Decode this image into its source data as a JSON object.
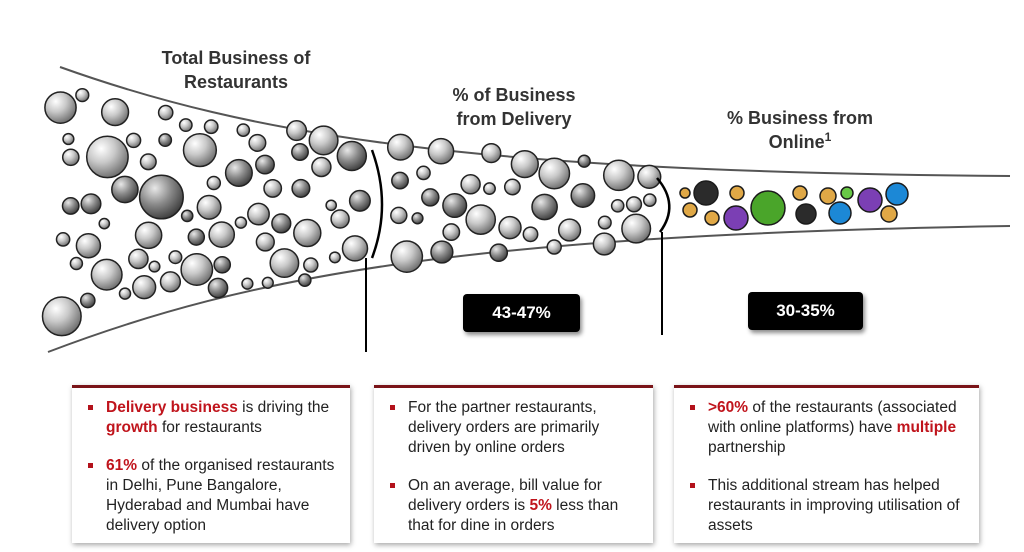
{
  "headings": {
    "total": "Total Business of\nRestaurants",
    "delivery": "% of Business\nfrom Delivery",
    "online": "% Business from\nOnline",
    "online_sup": "1"
  },
  "stats": {
    "delivery": "43-47%",
    "online": "30-35%"
  },
  "cards": [
    [
      [
        {
          "t": "Delivery business",
          "h": true
        },
        {
          "t": " is driving the ",
          "h": false
        },
        {
          "t": "growth",
          "h": true
        },
        {
          "t": " for restaurants",
          "h": false
        }
      ],
      [
        {
          "t": "61%",
          "h": true
        },
        {
          "t": " of the organised restaurants in Delhi, Pune Bangalore, Hyderabad and Mumbai have delivery option",
          "h": false
        }
      ]
    ],
    [
      [
        {
          "t": "For the partner restaurants, delivery orders are primarily driven by online orders",
          "h": false
        }
      ],
      [
        {
          "t": "On an average, bill value for delivery orders is ",
          "h": false
        },
        {
          "t": "5%",
          "h": true
        },
        {
          "t": " less than that for dine in orders",
          "h": false
        }
      ]
    ],
    [
      [
        {
          "t": ">60%",
          "h": true
        },
        {
          "t": " of the restaurants (associated with online platforms) have ",
          "h": false
        },
        {
          "t": "multiple",
          "h": true
        },
        {
          "t": " partnership",
          "h": false
        }
      ],
      [
        {
          "t": "This additional stream has helped restaurants in improving utilisation of assets",
          "h": false
        }
      ]
    ]
  ],
  "colors": {
    "highlight": "#c0141c",
    "card_border": "#7a1418",
    "online_dots": [
      "#2b2b2b",
      "#e0a846",
      "#7b3fb4",
      "#4aa52a",
      "#1c88d6",
      "#68c846"
    ]
  }
}
